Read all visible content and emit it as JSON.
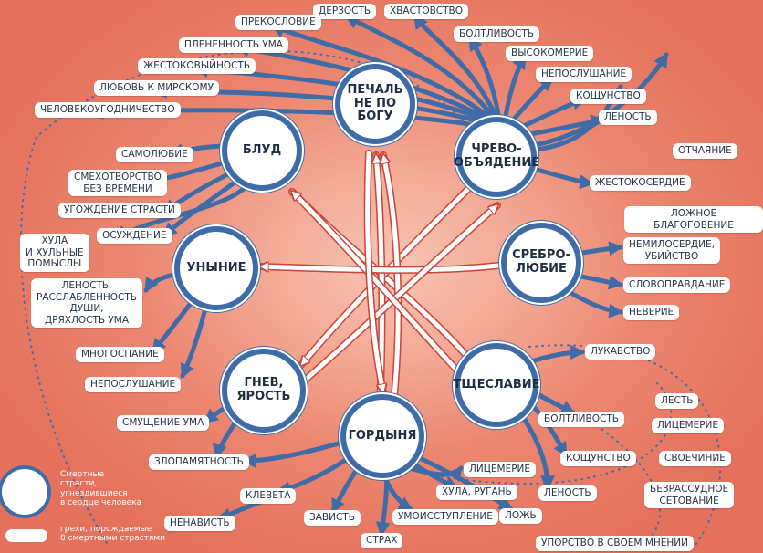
{
  "colors": {
    "arrow": "#3f6ca7",
    "ring": "#3f6ca7",
    "background": "#ec8670",
    "label_text": "#263548"
  },
  "icons": {
    "sin_node": "ouroboros-ring-icon"
  },
  "sins": [
    {
      "id": "pechal",
      "label": "ПЕЧАЛЬ\nНЕ ПО БОГУ"
    },
    {
      "id": "blud",
      "label": "БЛУД"
    },
    {
      "id": "chrevo",
      "label": "ЧРЕВО-\nОБЪЯДЕНИЕ"
    },
    {
      "id": "unynie",
      "label": "УНЫНИЕ"
    },
    {
      "id": "srebro",
      "label": "СРЕБРО-\nЛЮБИЕ"
    },
    {
      "id": "gnev",
      "label": "ГНЕВ,\nЯРОСТЬ"
    },
    {
      "id": "tsheslavie",
      "label": "ТЩЕСЛАВИЕ"
    },
    {
      "id": "gordynya",
      "label": "ГОРДЫНЯ"
    }
  ],
  "derived": [
    "ДЕРЗОСТЬ",
    "ХВАСТОВСТВО",
    "ПРЕКОСЛОВИЕ",
    "БОЛТЛИВОСТЬ",
    "ПЛЕНЕННОСТЬ УМА",
    "ВЫСОКОМЕРИЕ",
    "ЖЕСТОКОВЫЙНОСТЬ",
    "НЕПОСЛУШАНИЕ",
    "ЛЮБОВЬ К МИРСКОМУ",
    "КОЩУНСТВО",
    "ЧЕЛОВЕКОУГОДНИЧЕСТВО",
    "ЛЕНОСТЬ",
    "САМОЛЮБИЕ",
    "ОТЧАЯНИЕ",
    "СМЕХОТВОРСТВО\nБЕЗ ВРЕМЕНИ",
    "ЖЕСТОКОСЕРДИЕ",
    "УГОЖДЕНИЕ СТРАСТИ",
    "ЛОЖНОЕ БЛАГОГОВЕНИЕ",
    "ХУЛА\nИ ХУЛЬНЫЕ\nПОМЫСЛЫ",
    "ОСУЖДЕНИЕ",
    "НЕМИЛОСЕРДИЕ,\nУБИЙСТВО",
    "ЛЕНОСТЬ,\nРАССЛАБЛЕННОСТЬ\nДУШИ,\nДРЯХЛОСТЬ УМА",
    "СЛОВОПРАВДАНИЕ",
    "НЕВЕРИЕ",
    "МНОГОСПАНИЕ",
    "ЛУКАВСТВО",
    "НЕПОСЛУШАНИЕ",
    "ЛЕСТЬ",
    "СМУЩЕНИЕ УМА",
    "ЛИЦЕМЕРИЕ",
    "БОЛТЛИВОСТЬ",
    "СВОЕЧИНИЕ",
    "ЗЛОПАМЯТНОСТЬ",
    "КОЩУНСТВО",
    "ЛИЦЕМЕРИЕ",
    "ХУЛА, РУГАНЬ",
    "ЛЕНОСТЬ",
    "БЕЗРАССУДНОЕ\nСЕТОВАНИЕ",
    "КЛЕВЕТА",
    "НЕНАВИСТЬ",
    "ЗАВИСТЬ",
    "УМОИССТУПЛЕНИЕ",
    "ЛОЖЬ",
    "СТРАХ",
    "УПОРСТВО В СВОЕМ МНЕНИИ"
  ],
  "legend": {
    "circle_text": "Смертные\nстрасти,\nугнездившиеся\nв сердце человека",
    "pill_text": "грехи, порождаемые\n8 смертными страстями"
  }
}
